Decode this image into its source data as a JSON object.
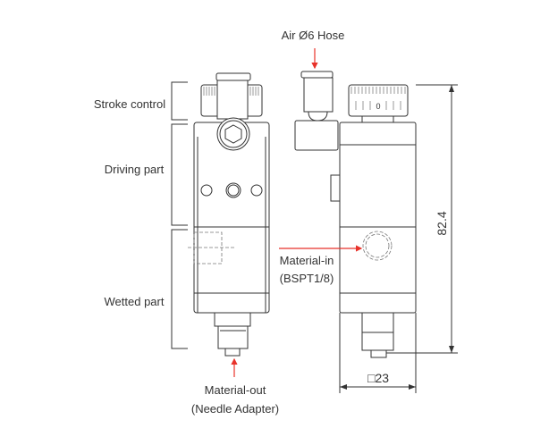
{
  "labels": {
    "air_hose": "Air Ø6 Hose",
    "stroke_control": "Stroke control",
    "driving_part": "Driving part",
    "wetted_part": "Wetted part",
    "material_in": "Material-in",
    "material_in_thread": "(BSPT1/8)",
    "material_out": "Material-out",
    "material_out_sub": "(Needle Adapter)"
  },
  "dimensions": {
    "height": "82.4",
    "width": "□23"
  },
  "knob_mark": "0",
  "colors": {
    "arrow": "#e8322a",
    "line": "#333333"
  }
}
